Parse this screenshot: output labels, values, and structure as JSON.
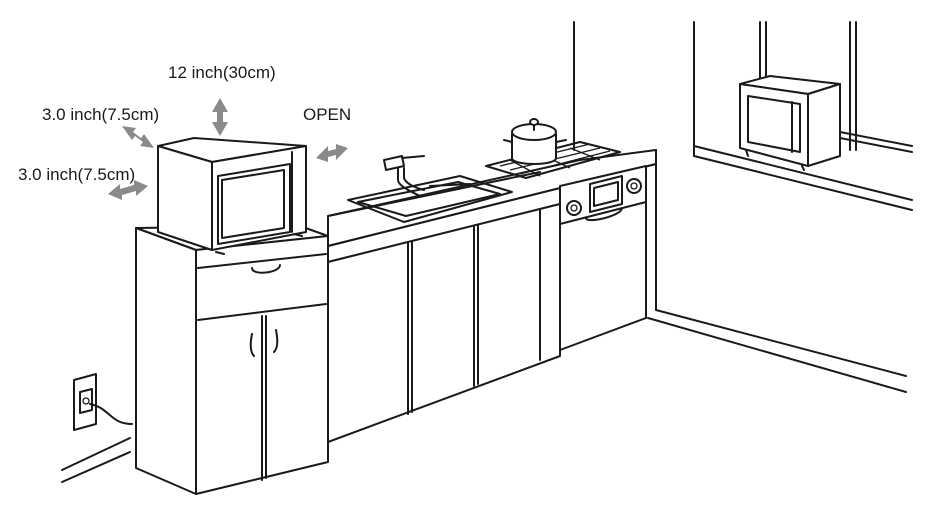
{
  "labels": {
    "top_clearance": "12 inch(30cm)",
    "back_clearance": "3.0 inch(7.5cm)",
    "side_clearance": "3.0 inch(7.5cm)",
    "open_side": "OPEN"
  },
  "colors": {
    "line": "#1a1a1a",
    "arrow": "#8a8a8a",
    "background": "#ffffff"
  },
  "icons": {
    "clearance_arrows": "double-arrow-icon",
    "outlet": "power-outlet-icon",
    "pot": "cooking-pot-icon",
    "faucet": "faucet-icon"
  }
}
